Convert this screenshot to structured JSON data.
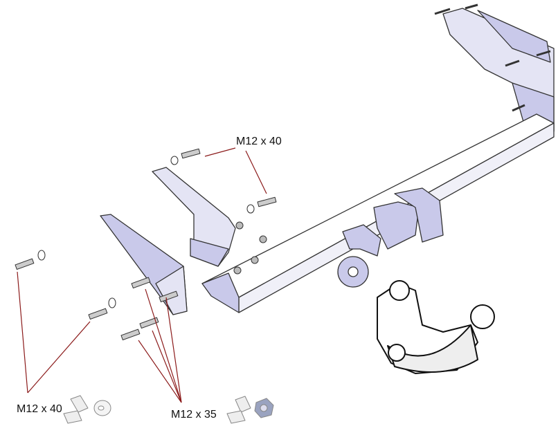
{
  "labels": {
    "top_bolt": "M12 x 40",
    "left_bolt": "M12 x 40",
    "bottom_bolt": "M12 x 35"
  },
  "colors": {
    "plate": "#c9c9ea",
    "plate_light": "#e4e4f4",
    "outline": "#333333",
    "leader": "#8b1a1a"
  }
}
